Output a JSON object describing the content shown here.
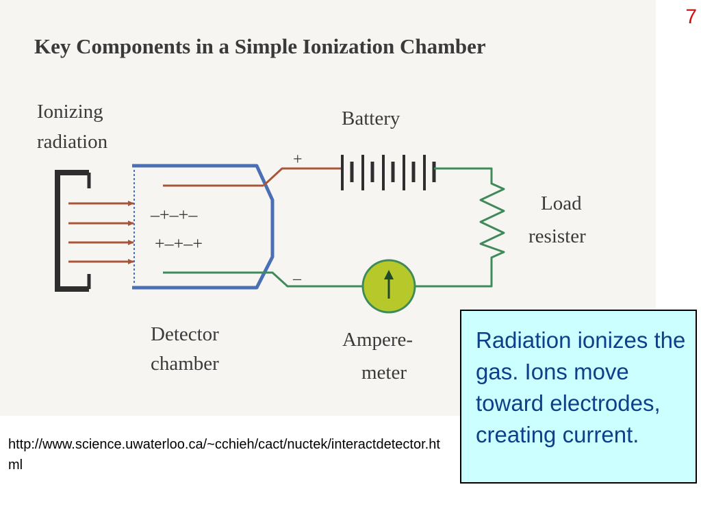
{
  "slide_number": "7",
  "diagram": {
    "title": "Key Components in a Simple Ionization Chamber",
    "labels": {
      "ionizing_line1": "Ionizing",
      "ionizing_line2": "radiation",
      "battery": "Battery",
      "load_line1": "Load",
      "load_line2": "resister",
      "detector_line1": "Detector",
      "detector_line2": "chamber",
      "ampere_line1": "Ampere-",
      "ampere_line2": "meter",
      "plus": "+",
      "minus": "–",
      "charges_row1": "–+–+–",
      "charges_row2": "+–+–+"
    },
    "colors": {
      "chamber": "#4a6fb5",
      "positive_wire": "#a8553a",
      "negative_wire": "#3f8a5a",
      "meter_fill": "#b7c92a",
      "source_frame": "#2e2e2e"
    }
  },
  "source_url": "http://www.science.uwaterloo.ca/~cchieh/cact/nuctek/interactdetector.html",
  "callout_text": "Radiation ionizes the gas. Ions move toward electrodes, creating current."
}
